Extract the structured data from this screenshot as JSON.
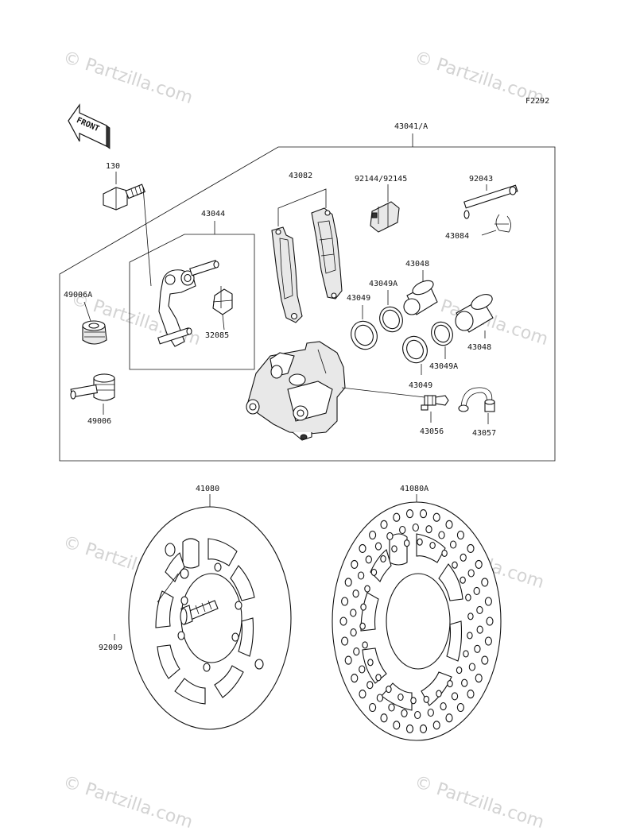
{
  "diagram_code": "F2292",
  "front_label": "FRONT",
  "watermark": "© Partzilla.com",
  "callouts": {
    "p43041": "43041/A",
    "p130": "130",
    "p43044": "43044",
    "p43082": "43082",
    "p92144": "92144/92145",
    "p92043": "92043",
    "p43084": "43084",
    "p49006A": "49006A",
    "p43048a": "43048",
    "p43049Aa": "43049A",
    "p43049a": "43049",
    "p43048b": "43048",
    "p43049Ab": "43049A",
    "p43049b": "43049",
    "p32085": "32085",
    "p49006": "49006",
    "p43056": "43056",
    "p43057": "43057",
    "p41080": "41080",
    "p41080A": "41080A",
    "p92009": "92009"
  }
}
